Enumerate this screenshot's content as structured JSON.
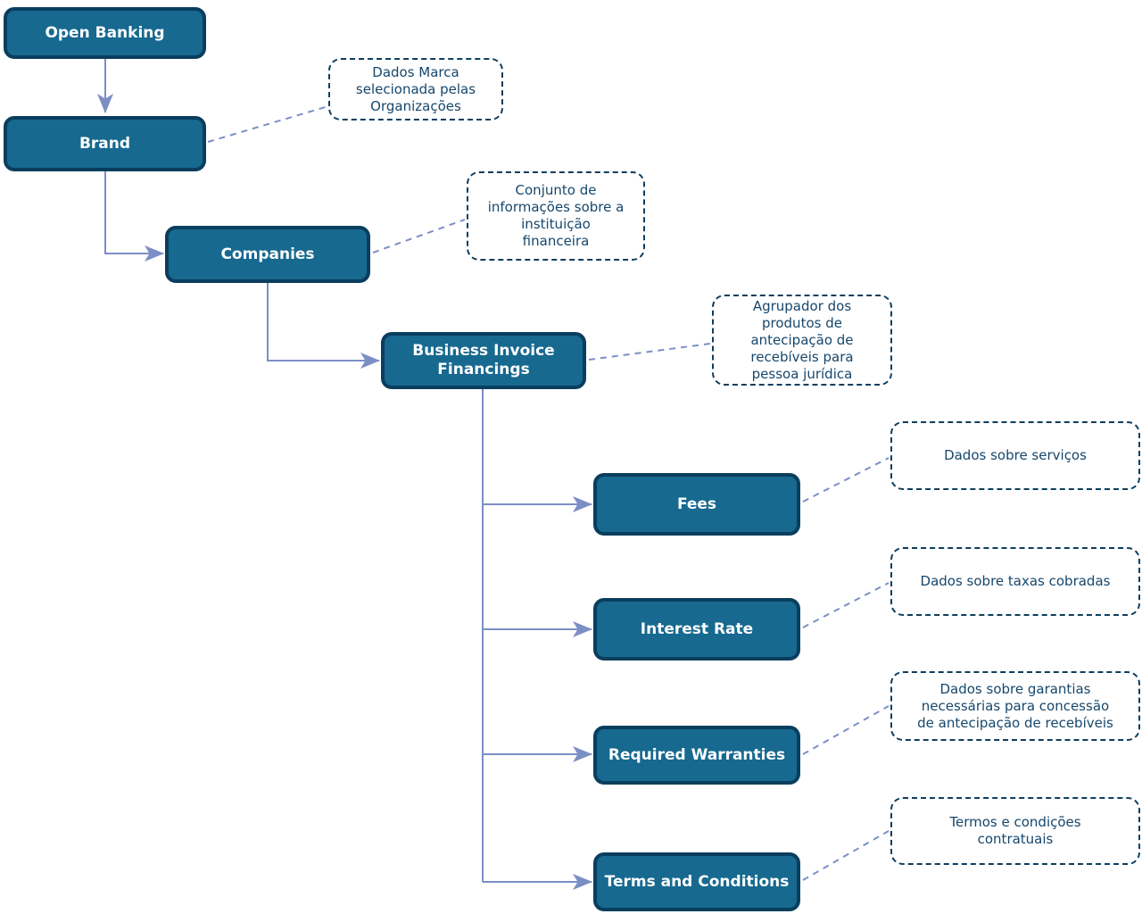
{
  "diagram": {
    "nodes": [
      {
        "id": "open-banking",
        "label": "Open Banking"
      },
      {
        "id": "brand",
        "label": "Brand"
      },
      {
        "id": "companies",
        "label": "Companies"
      },
      {
        "id": "business-invoice-financings",
        "label": "Business Invoice\nFinancings"
      },
      {
        "id": "fees",
        "label": "Fees"
      },
      {
        "id": "interest-rate",
        "label": "Interest Rate"
      },
      {
        "id": "required-warranties",
        "label": "Required Warranties"
      },
      {
        "id": "terms-and-conditions",
        "label": "Terms and Conditions"
      }
    ],
    "annotations": [
      {
        "for": "brand",
        "text": "Dados Marca\nselecionada pelas\nOrganizações"
      },
      {
        "for": "companies",
        "text": "Conjunto de\ninformações sobre a\ninstituição\nfinanceira"
      },
      {
        "for": "business-invoice-financings",
        "text": "Agrupador dos\nprodutos de\nantecipação de\nrecebíveis para\npessoa jurídica"
      },
      {
        "for": "fees",
        "text": "Dados sobre serviços"
      },
      {
        "for": "interest-rate",
        "text": "Dados sobre taxas cobradas"
      },
      {
        "for": "required-warranties",
        "text": "Dados sobre garantias\nnecessárias para concessão\nde antecipação de recebíveis"
      },
      {
        "for": "terms-and-conditions",
        "text": "Termos e condições\ncontratuais"
      }
    ],
    "edges": [
      {
        "from": "open-banking",
        "to": "brand"
      },
      {
        "from": "brand",
        "to": "companies"
      },
      {
        "from": "companies",
        "to": "business-invoice-financings"
      },
      {
        "from": "business-invoice-financings",
        "to": "fees"
      },
      {
        "from": "business-invoice-financings",
        "to": "interest-rate"
      },
      {
        "from": "business-invoice-financings",
        "to": "required-warranties"
      },
      {
        "from": "business-invoice-financings",
        "to": "terms-and-conditions"
      }
    ],
    "colors": {
      "node_fill": "#17698F",
      "node_border": "#0A3E5E",
      "node_text": "#FFFFFF",
      "connector": "#7C8FC5",
      "annotation_border": "#0D3E60",
      "annotation_text": "#16476C",
      "background": "#FFFFFF"
    }
  }
}
